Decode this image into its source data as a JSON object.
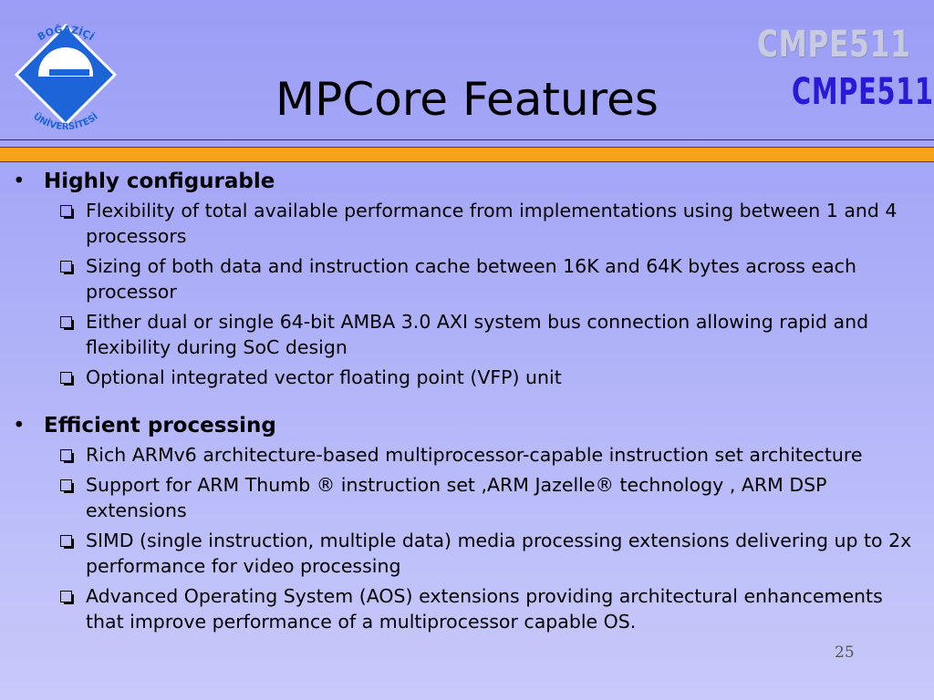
{
  "slide": {
    "title": "MPCore Features",
    "course_code_back": "CMPE511",
    "course_code_front": "CMPE511",
    "logo_top_text": "BOĞAZİÇİ",
    "logo_bottom_text": "ÜNİVERSİTESİ",
    "page_number": "25"
  },
  "colors": {
    "background": "#aeb0f8",
    "accent_bar": "#f6a21a",
    "logo_blue": "#1c64d8",
    "course_front": "#2a1ad8"
  },
  "sections": [
    {
      "heading": "Highly configurable",
      "items": [
        "Flexibility of total available performance from implementations using between 1 and 4 processors",
        "Sizing of both data and instruction cache between 16K and 64K bytes across each processor",
        "Either dual or single 64-bit AMBA 3.0 AXI system bus connection allowing rapid and flexibility during SoC design",
        "Optional integrated vector floating point (VFP) unit"
      ]
    },
    {
      "heading": "Efficient processing",
      "items": [
        "Rich ARMv6 architecture-based multiprocessor-capable instruction set architecture",
        "Support for ARM Thumb ® instruction set ,ARM Jazelle® technology , ARM DSP extensions",
        "SIMD (single instruction, multiple data) media processing extensions delivering up to 2x performance for video processing",
        "Advanced Operating System (AOS) extensions providing architectural enhancements that improve performance of a multiprocessor capable OS."
      ]
    }
  ]
}
